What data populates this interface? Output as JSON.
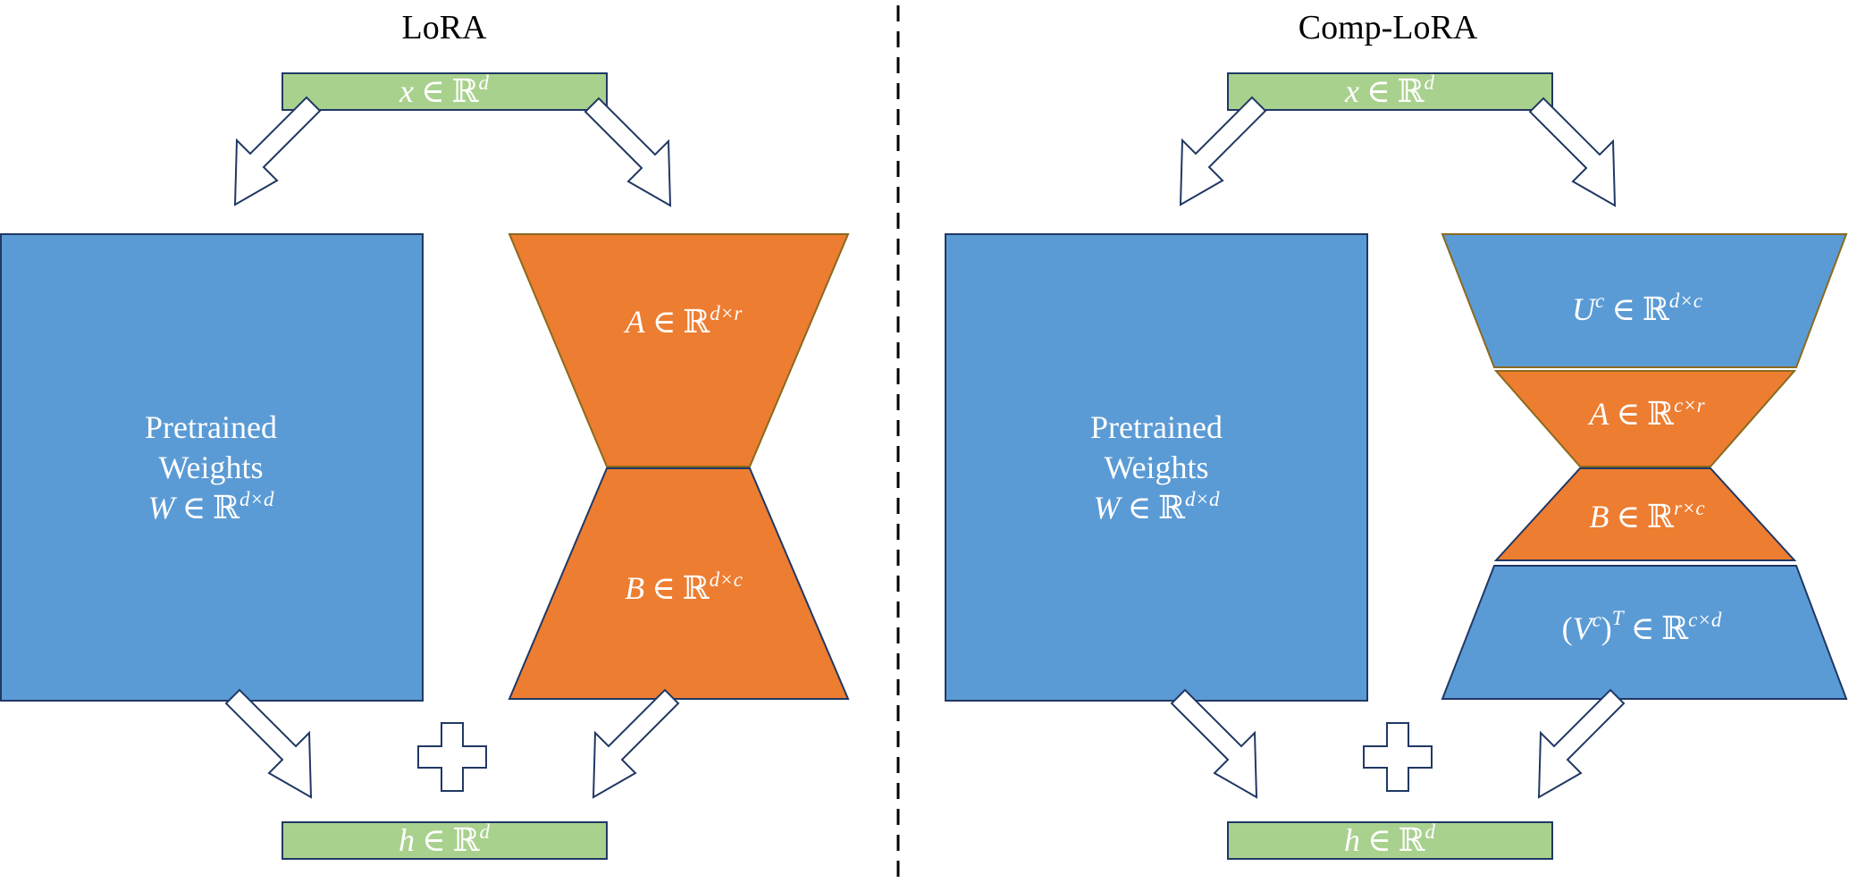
{
  "colors": {
    "green": "#a9d18e",
    "blue": "#5b9bd5",
    "orange": "#ed7d31",
    "outline": "#203864",
    "divider": "#000000"
  },
  "left": {
    "title": "LoRA",
    "input": {
      "var": "x",
      "rel": "∈",
      "set": "ℝ",
      "sup": "d"
    },
    "output": {
      "var": "h",
      "rel": "∈",
      "set": "ℝ",
      "sup": "d"
    },
    "pretrained": {
      "line1": "Pretrained",
      "line2": "Weights",
      "var": "W",
      "rel": "∈",
      "set": "ℝ",
      "sup": "d×d"
    },
    "a_block": {
      "var": "A",
      "rel": "∈",
      "set": "ℝ",
      "sup": "d×r"
    },
    "b_block": {
      "var": "B",
      "rel": "∈",
      "set": "ℝ",
      "sup": "d×c"
    }
  },
  "right": {
    "title": "Comp-LoRA",
    "input": {
      "var": "x",
      "rel": "∈",
      "set": "ℝ",
      "sup": "d"
    },
    "output": {
      "var": "h",
      "rel": "∈",
      "set": "ℝ",
      "sup": "d"
    },
    "pretrained": {
      "line1": "Pretrained",
      "line2": "Weights",
      "var": "W",
      "rel": "∈",
      "set": "ℝ",
      "sup": "d×d"
    },
    "u_block": {
      "var": "U",
      "var_sup": "c",
      "rel": "∈",
      "set": "ℝ",
      "sup": "d×c"
    },
    "a_block": {
      "var": "A",
      "rel": "∈",
      "set": "ℝ",
      "sup": "c×r"
    },
    "b_block": {
      "var": "B",
      "rel": "∈",
      "set": "ℝ",
      "sup": "r×c"
    },
    "v_block": {
      "open": "(",
      "var": "V",
      "var_sup": "c",
      "close": ")",
      "close_sup": "T",
      "rel": "∈",
      "set": "ℝ",
      "sup": "c×d"
    }
  }
}
